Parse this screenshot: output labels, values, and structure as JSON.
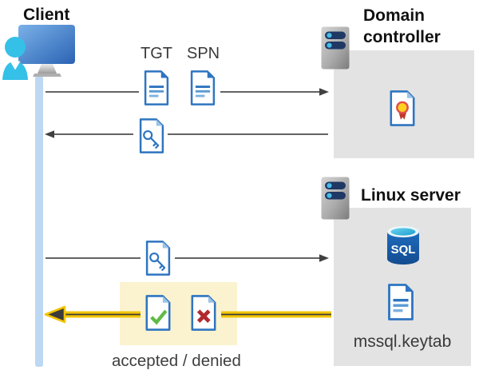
{
  "diagram": {
    "client": {
      "title": "Client"
    },
    "tickets": {
      "tgt_label": "TGT",
      "spn_label": "SPN"
    },
    "domain_controller": {
      "title_line1": "Domain",
      "title_line2": "controller"
    },
    "linux_server": {
      "title": "Linux server",
      "database_label": "SQL",
      "keytab_label": "mssql.keytab"
    },
    "result_label": "accepted / denied"
  },
  "icons": {
    "client": "client-user-monitor-icon",
    "client_lifeline": "client-lifeline",
    "domain_controller": "server-icon",
    "linux_server": "server-icon",
    "tgt_ticket": "document-icon",
    "spn_ticket": "document-icon",
    "key_ticket_from_dc": "key-document-icon",
    "key_ticket_to_linux": "key-document-icon",
    "certificate": "certificate-document-icon",
    "sql_database": "sql-database-icon",
    "keytab_file": "document-icon",
    "accepted": "check-document-icon",
    "denied": "cross-document-icon"
  },
  "colors": {
    "document_blue": "#2E75C1",
    "fold_light_blue": "#9DC3E6",
    "panel_gray": "#E3E3E3",
    "arrow_gray": "#4D4D4D",
    "highlight_yellow_bg": "#FBF3CF",
    "arrow_yellow": "#F2C500",
    "accepted_green": "#5FBA46",
    "denied_red": "#B02A30",
    "lifeline_blue": "#BCD8F2",
    "server_navy": "#1F3864",
    "server_cyan": "#45BDE8",
    "sql_blue": "#1A63B5",
    "seal_yellow": "#FFD21F",
    "seal_ring_red": "#E2504C",
    "ribbon_red": "#C0392B"
  }
}
